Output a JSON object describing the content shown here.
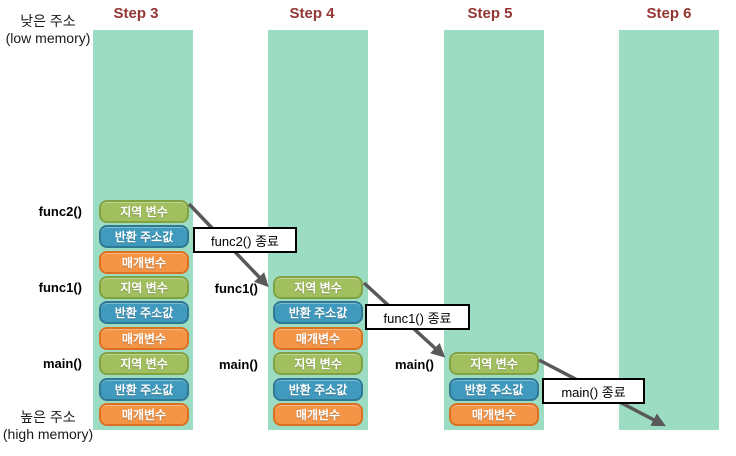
{
  "memory_labels": {
    "low_ko": "낮은 주소",
    "low_en": "(low memory)",
    "high_ko": "높은 주소",
    "high_en": "(high memory)"
  },
  "steps": [
    {
      "label": "Step 3"
    },
    {
      "label": "Step 4"
    },
    {
      "label": "Step 5"
    },
    {
      "label": "Step 6"
    }
  ],
  "columns": [
    {
      "step": "Step 3",
      "boxes": [
        {
          "type": "local",
          "label": "지역 변수"
        },
        {
          "type": "return",
          "label": "반환 주소값"
        },
        {
          "type": "param",
          "label": "매개변수"
        },
        {
          "type": "local",
          "label": "지역 변수"
        },
        {
          "type": "return",
          "label": "반환 주소값"
        },
        {
          "type": "param",
          "label": "매개변수"
        },
        {
          "type": "local",
          "label": "지역 변수"
        },
        {
          "type": "return",
          "label": "반환 주소값"
        },
        {
          "type": "param",
          "label": "매개변수"
        }
      ]
    },
    {
      "step": "Step 4",
      "boxes": [
        {
          "type": "local",
          "label": "지역 변수"
        },
        {
          "type": "return",
          "label": "반환 주소값"
        },
        {
          "type": "param",
          "label": "매개변수"
        },
        {
          "type": "local",
          "label": "지역 변수"
        },
        {
          "type": "return",
          "label": "반환 주소값"
        },
        {
          "type": "param",
          "label": "매개변수"
        }
      ]
    },
    {
      "step": "Step 5",
      "boxes": [
        {
          "type": "local",
          "label": "지역 변수"
        },
        {
          "type": "return",
          "label": "반환 주소값"
        },
        {
          "type": "param",
          "label": "매개변수"
        }
      ]
    },
    {
      "step": "Step 6",
      "boxes": []
    }
  ],
  "function_labels": [
    {
      "label": "func2()"
    },
    {
      "label": "func1()"
    },
    {
      "label": "main()"
    },
    {
      "label": "func1()"
    },
    {
      "label": "main()"
    },
    {
      "label": "main()"
    }
  ],
  "arrows": [
    {
      "label": "func2() 종료"
    },
    {
      "label": "func1() 종료"
    },
    {
      "label": "main() 종료"
    }
  ],
  "colors": {
    "column_bg": "#9BDCC3",
    "step_title": "#943634",
    "local_fill": "#A1BF5E",
    "local_border": "#7FA341",
    "return_fill": "#3F9ABD",
    "return_border": "#2E7894",
    "param_fill": "#F39446",
    "param_border": "#DC7020",
    "arrow": "#595959",
    "label_border": "#000000"
  }
}
